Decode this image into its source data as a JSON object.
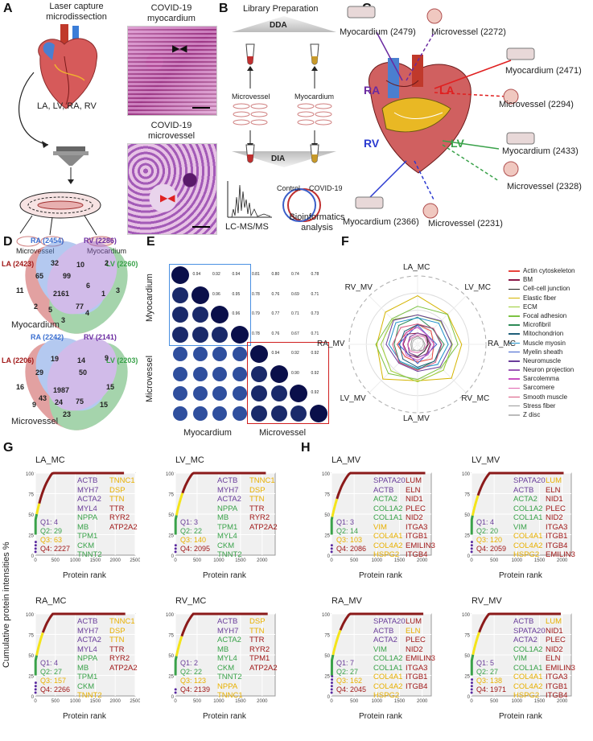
{
  "panelA": {
    "label": "A",
    "title": "Laser capture microdissection",
    "chambers": "LA, LV, RA, RV",
    "covid_myo": "COVID-19 myocardium",
    "covid_mv": "COVID-19 microvessel",
    "microvessel": "Microvessel",
    "myocardium": "Myocardium"
  },
  "panelB": {
    "label": "B",
    "title": "Library Preparation",
    "dda": "DDA",
    "dia": "DIA",
    "microvessel": "Microvessel",
    "myocardium": "Myocardium",
    "control": "Control",
    "covid": "COVID-19",
    "lcms": "LC-MS/MS",
    "bioinfo": "Bioinformatics analysis"
  },
  "panelC": {
    "label": "C",
    "ra": "RA",
    "rv": "RV",
    "la": "LA",
    "lv": "LV",
    "myo_tl": "Myocardium (2479)",
    "mv_tl": "Microvessel (2272)",
    "myo_la": "Myocardium (2471)",
    "mv_la": "Microvessel (2294)",
    "myo_lv": "Myocardium (2433)",
    "mv_lv": "Microvessel (2328)",
    "myo_rv": "Myocardium (2366)",
    "mv_rv": "Microvessel (2231)"
  },
  "panelD": {
    "label": "D",
    "top": {
      "ra": "RA (2454)",
      "rv": "RV (2286)",
      "la": "LA (2423)",
      "lv": "LV (2260)",
      "title": "Myocardium",
      "n": [
        "32",
        "10",
        "2",
        "65",
        "99",
        "11",
        "2161",
        "6",
        "1",
        "3",
        "2",
        "5",
        "77",
        "4",
        "3"
      ]
    },
    "bottom": {
      "ra": "RA (2242)",
      "rv": "RV (2141)",
      "la": "LA (2206)",
      "lv": "LV (2203)",
      "title": "Microvessel",
      "n": [
        "19",
        "14",
        "9",
        "29",
        "50",
        "16",
        "1987",
        "15",
        "43",
        "24",
        "75",
        "9",
        "23",
        "15"
      ]
    }
  },
  "panelE": {
    "label": "E",
    "myocardium": "Myocardium",
    "microvessel": "Microvessel",
    "myo_values": [
      [
        "0.94",
        "0.92",
        "0.94",
        "0.81",
        "0.80",
        "0.74",
        "0.78"
      ],
      [
        "0.96",
        "0.95",
        "0.78",
        "0.76",
        "0.69",
        "0.71"
      ],
      [
        "0.96",
        "0.79",
        "0.77",
        "0.71",
        "0.73"
      ],
      [
        "0.78",
        "0.76",
        "0.67",
        "0.71"
      ]
    ],
    "mv_values": [
      [
        "0.94",
        "0.92",
        "0.92"
      ],
      [
        "0.90",
        "0.92"
      ],
      [
        "0.92"
      ]
    ]
  },
  "panelF": {
    "label": "F",
    "axes": [
      "LA_MC",
      "LV_MC",
      "RA_MC",
      "RV_MC",
      "LA_MV",
      "LV_MV",
      "RA_MV",
      "RV_MV"
    ],
    "legend": [
      {
        "name": "Actin cytoskeleton",
        "color": "#e8443c"
      },
      {
        "name": "BM",
        "color": "#8b1a4a"
      },
      {
        "name": "Cell-cell junction",
        "color": "#222222"
      },
      {
        "name": "Elastic fiber",
        "color": "#d4b400"
      },
      {
        "name": "ECM",
        "color": "#9acd32"
      },
      {
        "name": "Focal adhesion",
        "color": "#7cc242"
      },
      {
        "name": "Microfibril",
        "color": "#2e8b57"
      },
      {
        "name": "Mitochondrion",
        "color": "#1f5f7a"
      },
      {
        "name": "Muscle myosin",
        "color": "#1e90c8"
      },
      {
        "name": "Myelin sheath",
        "color": "#3a5fcd"
      },
      {
        "name": "Neuromuscle",
        "color": "#6a3d9a"
      },
      {
        "name": "Neuron projection",
        "color": "#9b59b6"
      },
      {
        "name": "Sarcolemma",
        "color": "#c84fc2"
      },
      {
        "name": "Sarcomere",
        "color": "#e066b0"
      },
      {
        "name": "Smooth muscle",
        "color": "#d9567f"
      },
      {
        "name": "Stress fiber",
        "color": "#999999"
      },
      {
        "name": "Z disc",
        "color": "#bbbbbb"
      }
    ]
  },
  "panelG": {
    "label": "G",
    "ylabel": "Cumulative protein intensities %",
    "xlabel": "Protein rank"
  },
  "panelH": {
    "label": "H"
  },
  "chart_data": [
    {
      "type": "line",
      "title": "LA_MC",
      "xlim": [
        0,
        2500
      ],
      "ylim": [
        0,
        100
      ],
      "q": [
        "Q1: 4",
        "Q2: 29",
        "Q3: 63",
        "Q4: 2227"
      ],
      "g1": [
        "ACTB",
        "MYH7",
        "ACTA2",
        "MYL4",
        "NPPA",
        "MB",
        "TPM1",
        "CKM",
        "TNNT2"
      ],
      "g2": [
        "TNNC1",
        "DSP",
        "TTN",
        "TTR",
        "RYR2",
        "ATP2A2"
      ],
      "c1": [
        "#6a3d9a",
        "#6a3d9a",
        "#6a3d9a",
        "#6a3d9a",
        "#3aa24a",
        "#3aa24a",
        "#3aa24a",
        "#3aa24a",
        "#3aa24a"
      ],
      "c2": [
        "#e8b000",
        "#e8b000",
        "#e8b000",
        "#a01818",
        "#a01818",
        "#a01818"
      ],
      "xt": [
        0,
        500,
        1000,
        1500,
        2000,
        2500
      ]
    },
    {
      "type": "line",
      "title": "LV_MC",
      "xlim": [
        0,
        2300
      ],
      "ylim": [
        0,
        100
      ],
      "q": [
        "Q1: 3",
        "Q2: 22",
        "Q3: 140",
        "Q4: 2095"
      ],
      "g1": [
        "ACTB",
        "MYH7",
        "ACTA2",
        "NPPA",
        "MB",
        "TPM1",
        "MYL4",
        "CKM",
        "TNNT2"
      ],
      "g2": [
        "TNNC1",
        "DSP",
        "TTN",
        "TTR",
        "RYR2",
        "ATP2A2"
      ],
      "c1": [
        "#6a3d9a",
        "#6a3d9a",
        "#6a3d9a",
        "#3aa24a",
        "#3aa24a",
        "#3aa24a",
        "#3aa24a",
        "#3aa24a",
        "#3aa24a"
      ],
      "c2": [
        "#e8b000",
        "#e8b000",
        "#e8b000",
        "#a01818",
        "#a01818",
        "#a01818"
      ],
      "xt": [
        0,
        500,
        1000,
        1500,
        2000
      ]
    },
    {
      "type": "line",
      "title": "RA_MC",
      "xlim": [
        0,
        2500
      ],
      "ylim": [
        0,
        100
      ],
      "q": [
        "Q1: 4",
        "Q2: 27",
        "Q3: 157",
        "Q4: 2266"
      ],
      "g1": [
        "ACTB",
        "MYH7",
        "ACTA2",
        "MYL4",
        "NPPA",
        "MB",
        "TPM1",
        "CKM",
        "TNNT2"
      ],
      "g2": [
        "TNNC1",
        "DSP",
        "TTN",
        "TTR",
        "RYR2",
        "ATP2A2"
      ],
      "c1": [
        "#6a3d9a",
        "#6a3d9a",
        "#6a3d9a",
        "#6a3d9a",
        "#3aa24a",
        "#3aa24a",
        "#3aa24a",
        "#3aa24a",
        "#e8b000"
      ],
      "c2": [
        "#e8b000",
        "#e8b000",
        "#e8b000",
        "#a01818",
        "#a01818",
        "#a01818"
      ],
      "xt": [
        0,
        500,
        1000,
        1500,
        2000,
        2500
      ]
    },
    {
      "type": "line",
      "title": "RV_MC",
      "xlim": [
        0,
        2300
      ],
      "ylim": [
        0,
        100
      ],
      "q": [
        "Q1: 2",
        "Q2: 22",
        "Q3: 123",
        "Q4: 2139"
      ],
      "g1": [
        "ACTB",
        "MYH7",
        "ACTA2",
        "MB",
        "MYL4",
        "CKM",
        "TNNT2",
        "NPPA",
        "TNNC1"
      ],
      "g2": [
        "DSP",
        "TTN",
        "TTR",
        "RYR2",
        "TPM1",
        "ATP2A2"
      ],
      "c1": [
        "#6a3d9a",
        "#6a3d9a",
        "#3aa24a",
        "#3aa24a",
        "#3aa24a",
        "#3aa24a",
        "#3aa24a",
        "#e8b000",
        "#e8b000"
      ],
      "c2": [
        "#e8b000",
        "#e8b000",
        "#a01818",
        "#a01818",
        "#a01818",
        "#a01818"
      ],
      "xt": [
        0,
        500,
        1000,
        1500,
        2000
      ]
    },
    {
      "type": "line",
      "title": "LA_MV",
      "xlim": [
        0,
        2200
      ],
      "ylim": [
        0,
        100
      ],
      "q": [
        "Q1: 3",
        "Q2: 14",
        "Q3: 103",
        "Q4: 2086"
      ],
      "g1": [
        "SPATA20",
        "ACTB",
        "ACTA2",
        "COL1A2",
        "COL1A1",
        "VIM",
        "COL4A1",
        "COL4A2",
        "HSPG2"
      ],
      "g2": [
        "LUM",
        "ELN",
        "NID1",
        "PLEC",
        "NID2",
        "ITGA3",
        "ITGB1",
        "EMILIN3",
        "ITGB4"
      ],
      "c1": [
        "#6a3d9a",
        "#6a3d9a",
        "#3aa24a",
        "#3aa24a",
        "#3aa24a",
        "#e8b000",
        "#e8b000",
        "#e8b000",
        "#e8b000"
      ],
      "c2": [
        "#a01818",
        "#a01818",
        "#a01818",
        "#a01818",
        "#a01818",
        "#a01818",
        "#a01818",
        "#a01818",
        "#a01818"
      ],
      "xt": [
        0,
        500,
        1000,
        1500,
        2000
      ]
    },
    {
      "type": "line",
      "title": "LV_MV",
      "xlim": [
        0,
        2200
      ],
      "ylim": [
        0,
        100
      ],
      "q": [
        "Q1: 4",
        "Q2: 20",
        "Q3: 120",
        "Q4: 2059"
      ],
      "g1": [
        "SPATA20",
        "ACTB",
        "ACTA2",
        "COL1A2",
        "COL1A1",
        "VIM",
        "COL4A1",
        "COL4A2",
        "HSPG2"
      ],
      "g2": [
        "LUM",
        "ELN",
        "NID1",
        "PLEC",
        "NID2",
        "ITGA3",
        "ITGB1",
        "ITGB4",
        "EMILIN3"
      ],
      "c1": [
        "#6a3d9a",
        "#6a3d9a",
        "#3aa24a",
        "#3aa24a",
        "#3aa24a",
        "#3aa24a",
        "#e8b000",
        "#e8b000",
        "#e8b000"
      ],
      "c2": [
        "#e8b000",
        "#a01818",
        "#a01818",
        "#a01818",
        "#a01818",
        "#a01818",
        "#a01818",
        "#a01818",
        "#a01818"
      ],
      "xt": [
        0,
        500,
        1000,
        1500,
        2000
      ]
    },
    {
      "type": "line",
      "title": "RA_MV",
      "xlim": [
        0,
        2200
      ],
      "ylim": [
        0,
        100
      ],
      "q": [
        "Q1: 7",
        "Q2: 27",
        "Q3: 162",
        "Q4: 2045"
      ],
      "g1": [
        "SPATA20",
        "ACTB",
        "ACTA2",
        "VIM",
        "COL1A2",
        "COL1A1",
        "COL4A1",
        "COL4A2",
        "HSPG2"
      ],
      "g2": [
        "LUM",
        "ELN",
        "PLEC",
        "NID2",
        "EMILIN3",
        "ITGA3",
        "ITGB1",
        "ITGB4"
      ],
      "c1": [
        "#6a3d9a",
        "#6a3d9a",
        "#6a3d9a",
        "#3aa24a",
        "#3aa24a",
        "#3aa24a",
        "#e8b000",
        "#e8b000",
        "#e8b000"
      ],
      "c2": [
        "#a01818",
        "#e8b000",
        "#a01818",
        "#a01818",
        "#a01818",
        "#a01818",
        "#a01818",
        "#a01818"
      ],
      "xt": [
        0,
        500,
        1000,
        1500,
        2000
      ]
    },
    {
      "type": "line",
      "title": "RV_MV",
      "xlim": [
        0,
        2200
      ],
      "ylim": [
        0,
        100
      ],
      "q": [
        "Q1: 5",
        "Q2: 27",
        "Q3: 138",
        "Q4: 1971"
      ],
      "g1": [
        "ACTB",
        "SPATA20",
        "ACTA2",
        "COL1A2",
        "VIM",
        "COL1A1",
        "COL4A1",
        "COL4A2",
        "HSPG2"
      ],
      "g2": [
        "LUM",
        "NID1",
        "PLEC",
        "NID2",
        "ELN",
        "EMILIN3",
        "ITGA3",
        "ITGB1",
        "ITGB4"
      ],
      "c1": [
        "#6a3d9a",
        "#6a3d9a",
        "#6a3d9a",
        "#3aa24a",
        "#3aa24a",
        "#3aa24a",
        "#e8b000",
        "#e8b000",
        "#e8b000"
      ],
      "c2": [
        "#e8b000",
        "#a01818",
        "#a01818",
        "#a01818",
        "#a01818",
        "#a01818",
        "#a01818",
        "#a01818",
        "#a01818"
      ],
      "xt": [
        0,
        500,
        1000,
        1500,
        2000
      ]
    }
  ]
}
